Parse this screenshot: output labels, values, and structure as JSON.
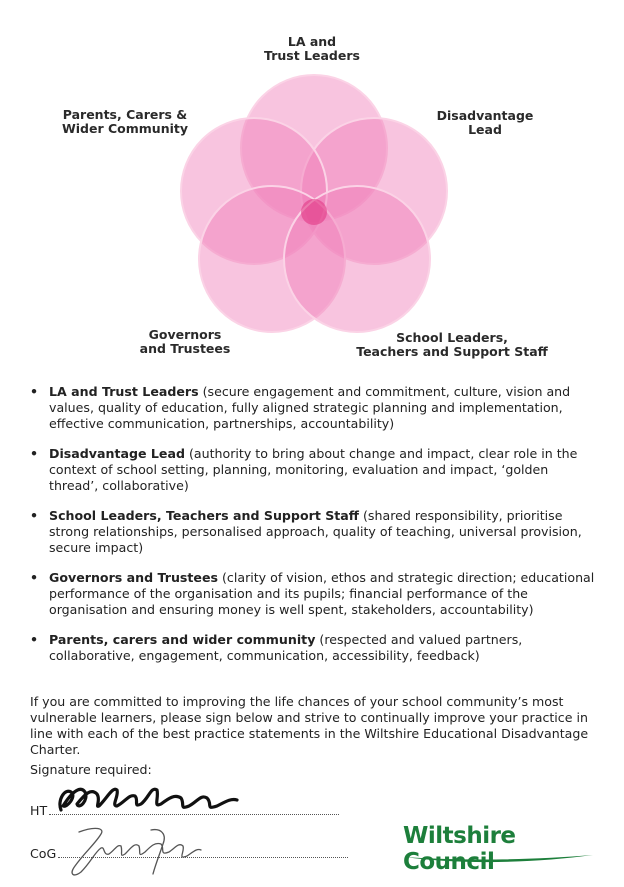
{
  "diagram": {
    "labels": {
      "la": [
        "LA and",
        "Trust Leaders"
      ],
      "dl": [
        "Disadvantage",
        "Lead"
      ],
      "pc": [
        "Parents, Carers &",
        "Wider Community"
      ],
      "gt": [
        "Governors",
        "and Trustees"
      ],
      "sl": [
        "School Leaders,",
        "Teachers and Support Staff"
      ]
    },
    "colors": {
      "petal": "#f07cb8",
      "center": "#e0327f"
    }
  },
  "points": [
    {
      "title": "LA and Trust Leaders",
      "text": " (secure engagement and commitment, culture, vision and values, quality of education, fully aligned strategic planning and implementation, effective communication, partnerships, accountability)"
    },
    {
      "title": "Disadvantage Lead",
      "text": " (authority to bring about change and impact, clear role in the context of school setting, planning, monitoring, evaluation and impact, ‘golden thread’, collaborative)"
    },
    {
      "title": "School Leaders, Teachers and Support Staff",
      "text": "  (shared responsibility, prioritise strong relationships, personalised approach, quality of teaching, universal provision, secure impact)"
    },
    {
      "title": "Governors and Trustees",
      "text": " (clarity of vision, ethos and strategic direction; educational performance of the organisation and its pupils; financial performance of the organisation and ensuring money is well spent, stakeholders, accountability)"
    },
    {
      "title": "Parents, carers and wider community",
      "text": " (respected and valued partners, collaborative, engagement, communication, accessibility, feedback)"
    }
  ],
  "commitment": "If you are committed to improving the life chances of your school community’s most vulnerable learners, please sign below and strive to continually improve your practice in line with each of the best practice statements in the Wiltshire Educational Disadvantage Charter.",
  "signature": {
    "required_label": "Signature required:",
    "ht_label": "HT",
    "cog_label": "CoG"
  },
  "logo": {
    "text": "Wiltshire Council",
    "color": "#1d7f3b"
  }
}
